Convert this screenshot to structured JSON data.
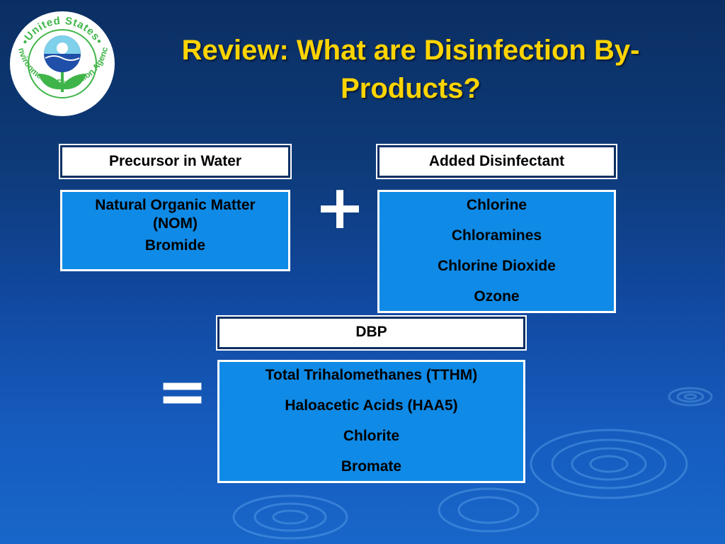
{
  "slide": {
    "title": "Review: What are Disinfection By-Products?",
    "logo_text": "United States Environmental Protection Agency",
    "logo_icon": "epa-flower-logo"
  },
  "precursor": {
    "header": "Precursor in Water",
    "items": [
      "Natural Organic Matter (NOM)",
      "Bromide"
    ]
  },
  "disinfectant": {
    "header": "Added Disinfectant",
    "items": [
      "Chlorine",
      "Chloramines",
      "Chlorine Dioxide",
      "Ozone"
    ]
  },
  "operators": {
    "plus": "+",
    "equals": "="
  },
  "dbp": {
    "header": "DBP",
    "items": [
      "Total Trihalomethanes (TTHM)",
      "Haloacetic Acids (HAA5)",
      "Chlorite",
      "Bromate"
    ]
  },
  "colors": {
    "title": "#ffd400",
    "background_top": "#0b2f63",
    "background_bottom": "#1866c9",
    "box_fill": "#0f8ae6",
    "logo_green": "#3fb549",
    "logo_blue": "#1f4fa8"
  }
}
